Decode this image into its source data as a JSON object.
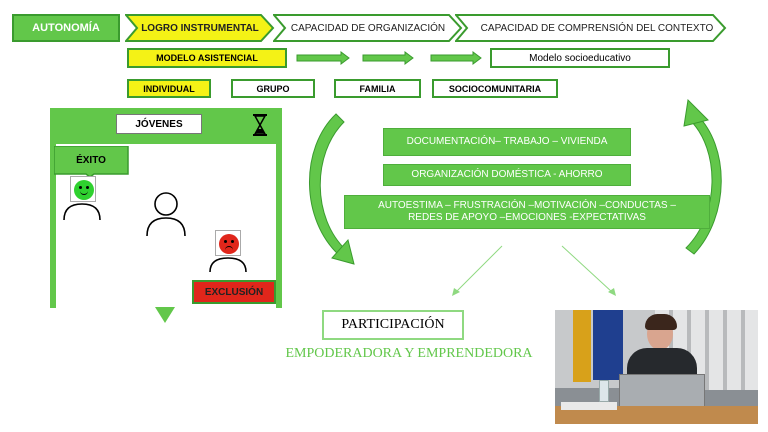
{
  "colors": {
    "green": "#62c74a",
    "dark_green": "#3a9b2e",
    "yellow": "#f4f216",
    "red": "#e0261b",
    "panel_bg": "#ffffff"
  },
  "header": {
    "autonomia": "AUTONOMÍA",
    "steps": [
      "LOGRO INSTRUMENTAL",
      "CAPACIDAD DE ORGANIZACIÓN",
      "CAPACIDAD DE COMPRENSIÓN DEL CONTEXTO"
    ]
  },
  "models": {
    "asistencial": "MODELO ASISTENCIAL",
    "socioeducativo": "Modelo socioeducativo"
  },
  "levels": [
    "INDIVIDUAL",
    "GRUPO",
    "FAMILIA",
    "SOCIOCOMUNITARIA"
  ],
  "left_panel": {
    "title": "JÓVENES",
    "exito": "ÉXITO",
    "exclusion": "EXCLUSIÓN",
    "hourglass_icon": "hourglass-icon"
  },
  "cycle": {
    "box1": "DOCUMENTACIÓN– TRABAJO – VIVIENDA",
    "box2": "ORGANIZACIÓN DOMÉSTICA - AHORRO",
    "box3_line1": "AUTOESTIMA – FRUSTRACIÓN –MOTIVACIÓN –CONDUCTAS –",
    "box3_line2": "REDES DE APOYO –EMOCIONES -EXPECTATIVAS"
  },
  "result": {
    "participacion": "PARTICIPACIÓN",
    "empoderadora": "EMPODERADORA Y EMPRENDEDORA"
  }
}
